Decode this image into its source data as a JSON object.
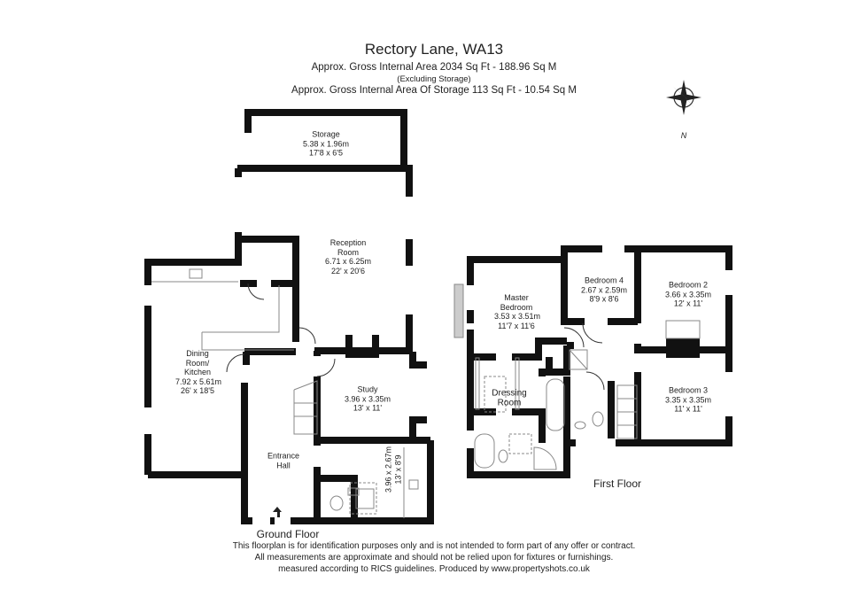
{
  "header": {
    "title": "Rectory Lane, WA13",
    "gross_area": "Approx. Gross Internal Area   2034 Sq Ft  -  188.96 Sq M",
    "excluding": "(Excluding Storage)",
    "storage_area": "Approx. Gross Internal Area Of Storage   113 Sq Ft  -  10.54 Sq M"
  },
  "compass": {
    "label": "N"
  },
  "ground_floor": {
    "label": "Ground Floor",
    "rooms": [
      {
        "name": "Storage",
        "metric": "5.38 x 1.96m",
        "imperial": "17'8 x 6'5"
      },
      {
        "name": "Reception Room",
        "metric": "6.71 x 6.25m",
        "imperial": "22' x 20'6"
      },
      {
        "name": "Dining Room/ Kitchen",
        "metric": "7.92 x 5.61m",
        "imperial": "26' x 18'5"
      },
      {
        "name": "Study",
        "metric": "3.96 x 3.35m",
        "imperial": "13' x 11'"
      },
      {
        "name": "Entrance Hall",
        "metric": "",
        "imperial": ""
      },
      {
        "name": "",
        "metric": "3.96 x 2.67m",
        "imperial": "13' x 8'9"
      }
    ]
  },
  "first_floor": {
    "label": "First Floor",
    "rooms": [
      {
        "name": "Master Bedroom",
        "metric": "3.53 x 3.51m",
        "imperial": "11'7 x 11'6"
      },
      {
        "name": "Bedroom 4",
        "metric": "2.67 x 2.59m",
        "imperial": "8'9 x 8'6"
      },
      {
        "name": "Bedroom 2",
        "metric": "3.66 x 3.35m",
        "imperial": "12' x 11'"
      },
      {
        "name": "Bedroom 3",
        "metric": "3.35 x 3.35m",
        "imperial": "11' x 11'"
      },
      {
        "name": "Dressing Room",
        "metric": "",
        "imperial": ""
      }
    ]
  },
  "disclaimer": [
    "This floorplan is for identification purposes only and is not intended to form part of any offer or contract.",
    "All measurements are approximate and should not be relied upon for fixtures or furnishings.",
    "measured according to RICS guidelines. Produced by www.propertyshots.co.uk"
  ],
  "colors": {
    "wall": "#111111",
    "fixture": "#888888",
    "background": "#ffffff"
  }
}
